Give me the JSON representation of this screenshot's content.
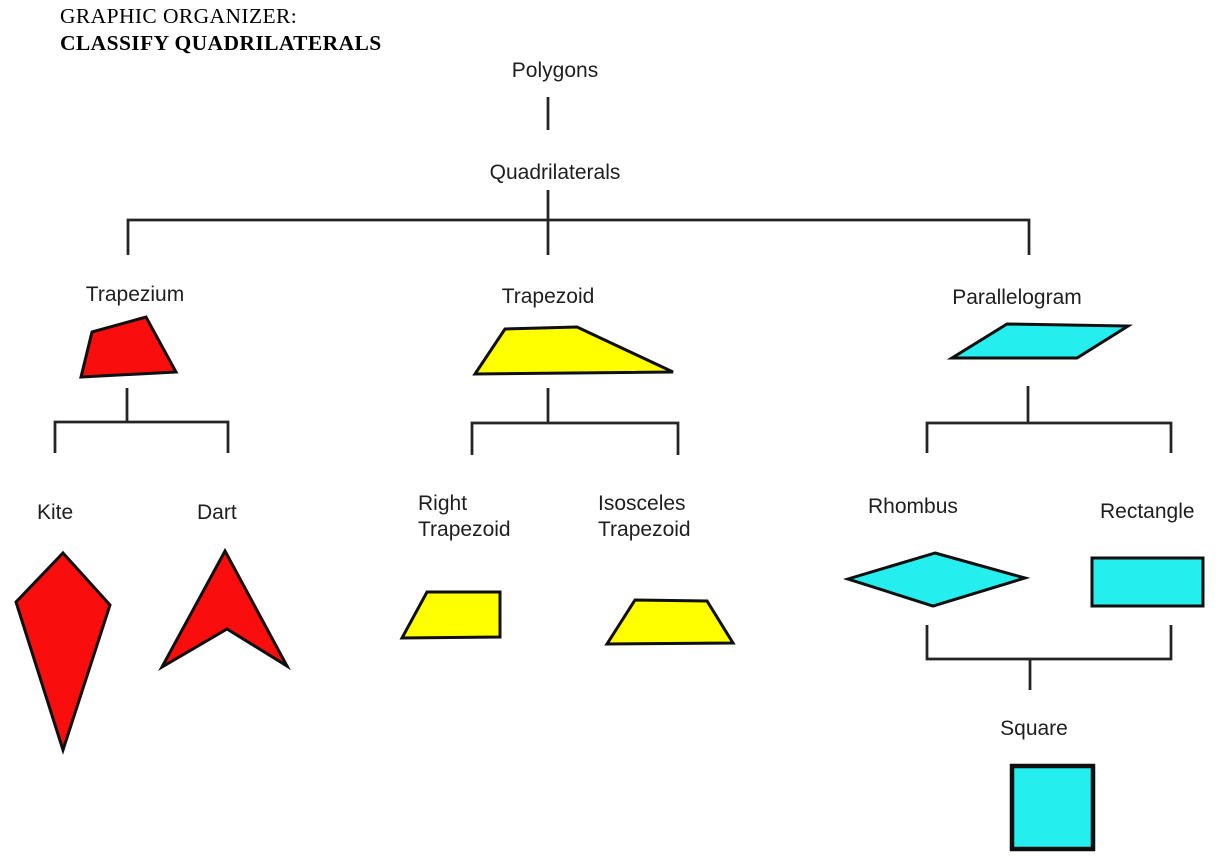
{
  "title": {
    "line1": "GRAPHIC ORGANIZER:",
    "line2": "CLASSIFY QUADRILATERALS"
  },
  "colors": {
    "red": "#f90d0d",
    "yellow": "#ffff00",
    "cyan": "#25eeee"
  },
  "tree": {
    "root": "Polygons",
    "level1": "Quadrilaterals",
    "trapezium": "Trapezium",
    "trapezoid": "Trapezoid",
    "parallelogram": "Parallelogram",
    "kite": "Kite",
    "dart": "Dart",
    "right_trapezoid": "Right\nTrapezoid",
    "isosceles_trapezoid": "Isosceles\nTrapezoid",
    "rhombus": "Rhombus",
    "rectangle": "Rectangle",
    "square": "Square"
  }
}
